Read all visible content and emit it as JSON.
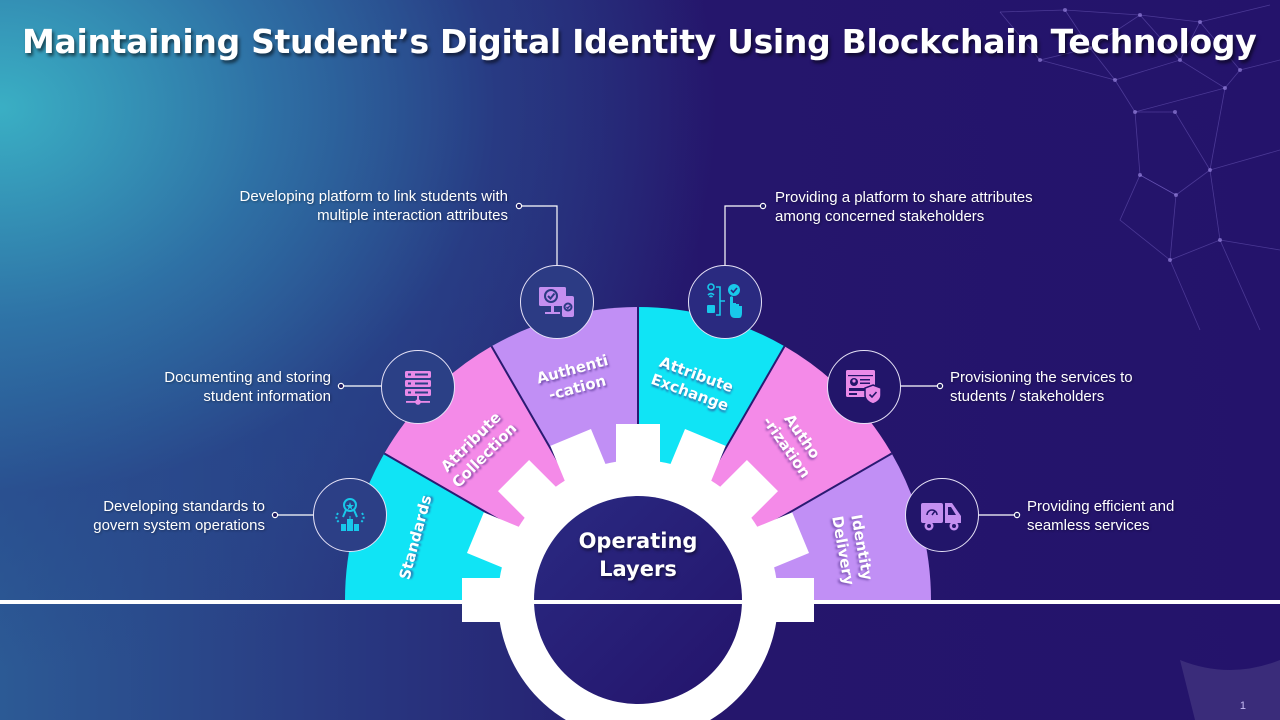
{
  "slide": {
    "title": "Maintaining Student’s Digital Identity Using Blockchain Technology",
    "page_number": "1"
  },
  "diagram": {
    "center_label_line1": "Operating",
    "center_label_line2": "Layers",
    "colors": {
      "cyan": "#10E4F5",
      "pink": "#F48AE8",
      "lavender": "#C18FF5",
      "gear": "#FFFFFF",
      "hub": "#25166E"
    },
    "segments": [
      {
        "label_line1": "Standards",
        "label_line2": "",
        "color": "#10E4F5",
        "icon": "award-building-icon",
        "description_line1": "Developing standards to",
        "description_line2": "govern system operations"
      },
      {
        "label_line1": "Attribute",
        "label_line2": "Collection",
        "color": "#F48AE8",
        "icon": "server-database-icon",
        "description_line1": "Documenting and storing",
        "description_line2": "student information"
      },
      {
        "label_line1": "Authenti",
        "label_line2": "-cation",
        "color": "#C18FF5",
        "icon": "monitor-check-icon",
        "description_line1": "Developing platform to link students with",
        "description_line2": "multiple interaction attributes"
      },
      {
        "label_line1": "Attribute",
        "label_line2": "Exchange",
        "color": "#10E4F5",
        "icon": "touch-exchange-icon",
        "description_line1": "Providing a platform to share attributes",
        "description_line2": "among concerned stakeholders"
      },
      {
        "label_line1": "Autho",
        "label_line2": "-rization",
        "color": "#F48AE8",
        "icon": "profile-shield-icon",
        "description_line1": "Provisioning the services to",
        "description_line2": "students / stakeholders"
      },
      {
        "label_line1": "Identity",
        "label_line2": "Delivery",
        "color": "#C18FF5",
        "icon": "delivery-truck-icon",
        "description_line1": "Providing efficient and",
        "description_line2": "seamless services"
      }
    ]
  }
}
